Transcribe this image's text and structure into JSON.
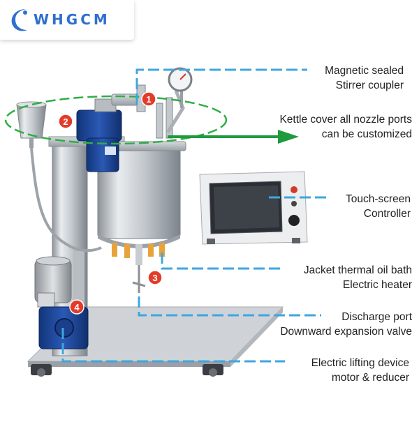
{
  "brand": {
    "logo_text": "WHGCM"
  },
  "colors": {
    "leader_line": "#3ea6df",
    "ellipse": "#2fae46",
    "badge": "#e23b2a",
    "arrow": "#1f9a3c"
  },
  "badges": [
    "1",
    "2",
    "3",
    "4"
  ],
  "labels": [
    {
      "line1": "Magnetic sealed",
      "line2": "Stirrer coupler"
    },
    {
      "line1": "Kettle cover all nozzle ports",
      "line2": "can be customized"
    },
    {
      "line1": "Touch-screen",
      "line2": "Controller"
    },
    {
      "line1": "Jacket thermal oil bath",
      "line2": "Electric heater"
    },
    {
      "line1": "Discharge port",
      "line2": "Downward expansion valve"
    },
    {
      "line1": "Electric lifting device",
      "line2": "motor & reducer"
    }
  ]
}
